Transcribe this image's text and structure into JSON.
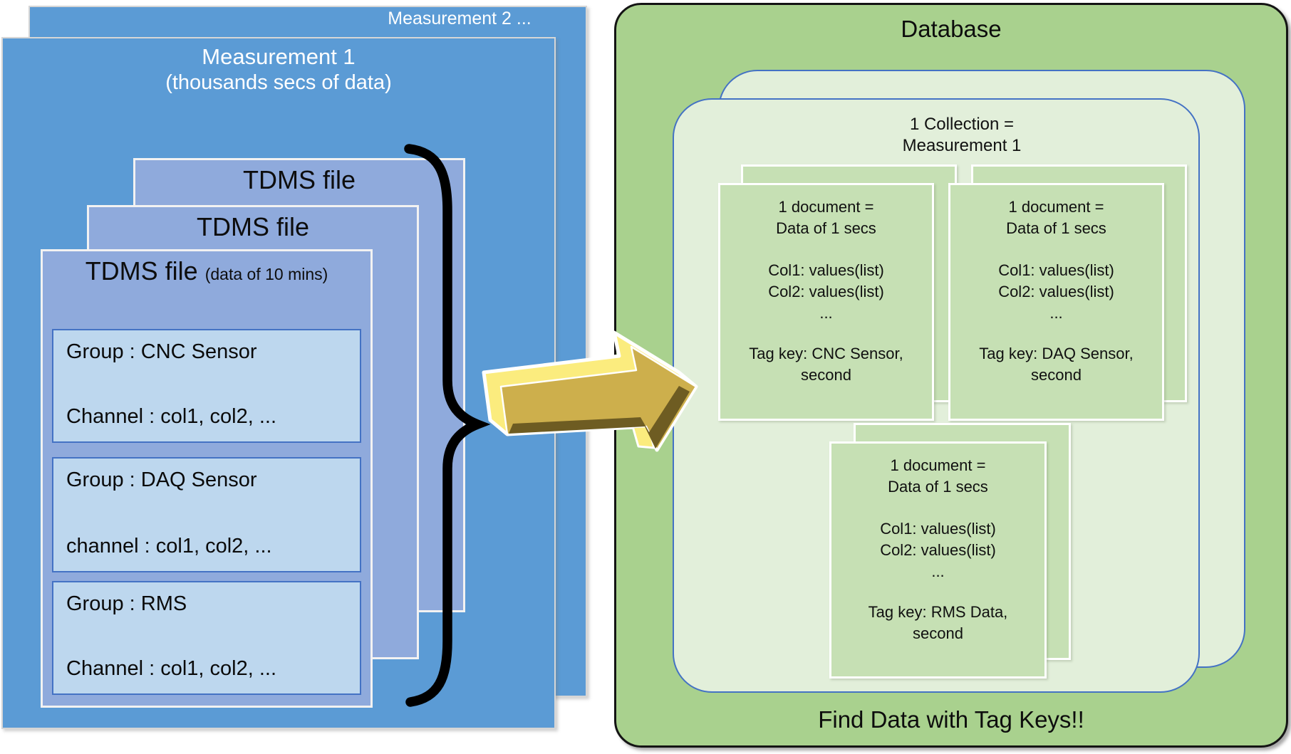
{
  "left_panel": {
    "measurement2_label": "Measurement 2 ...",
    "measurement1_title": "Measurement 1",
    "measurement1_subtitle": "(thousands secs of data)",
    "tdms_back_labels": [
      "TDMS file",
      "TDMS file"
    ],
    "tdms_front": {
      "title": "TDMS file",
      "title_note": "(data of 10 mins)",
      "groups": [
        {
          "group": "Group : CNC Sensor",
          "channel": "Channel : col1, col2, ..."
        },
        {
          "group": "Group : DAQ Sensor",
          "channel": "channel : col1, col2, ..."
        },
        {
          "group": "Group : RMS",
          "channel": "Channel : col1, col2, ..."
        }
      ]
    }
  },
  "right_panel": {
    "title": "Database",
    "collection_label_line1": "1 Collection =",
    "collection_label_line2": "Measurement 1",
    "documents": [
      {
        "header_line1": "1 document =",
        "header_line2": "Data of 1 secs",
        "cols": [
          "Col1: values(list)",
          "Col2: values(list)"
        ],
        "ellipsis": "...",
        "tag_line1": "Tag key: CNC Sensor,",
        "tag_line2": "second"
      },
      {
        "header_line1": "1 document =",
        "header_line2": "Data of 1 secs",
        "cols": [
          "Col1: values(list)",
          "Col2: values(list)"
        ],
        "ellipsis": "...",
        "tag_line1": "Tag key: DAQ Sensor,",
        "tag_line2": "second"
      },
      {
        "header_line1": "1 document =",
        "header_line2": "Data of 1 secs",
        "cols": [
          "Col1: values(list)",
          "Col2: values(list)"
        ],
        "ellipsis": "...",
        "tag_line1": "Tag key: RMS Data,",
        "tag_line2": "second"
      }
    ],
    "footer": "Find Data with Tag Keys!!"
  },
  "colors": {
    "blue_panel": "#5b9bd5",
    "tdms_fill": "#8faadc",
    "group_fill": "#bdd7ee",
    "group_border": "#4472c4",
    "green_panel": "#a9d18e",
    "collection_fill": "#e2efda",
    "collection_border": "#4472c4",
    "document_fill": "#c6e0b4",
    "arrow_light": "#fbec7e",
    "arrow_gold": "#cdaf4c",
    "arrow_dark": "#6e5c22",
    "brace": "#000000"
  }
}
